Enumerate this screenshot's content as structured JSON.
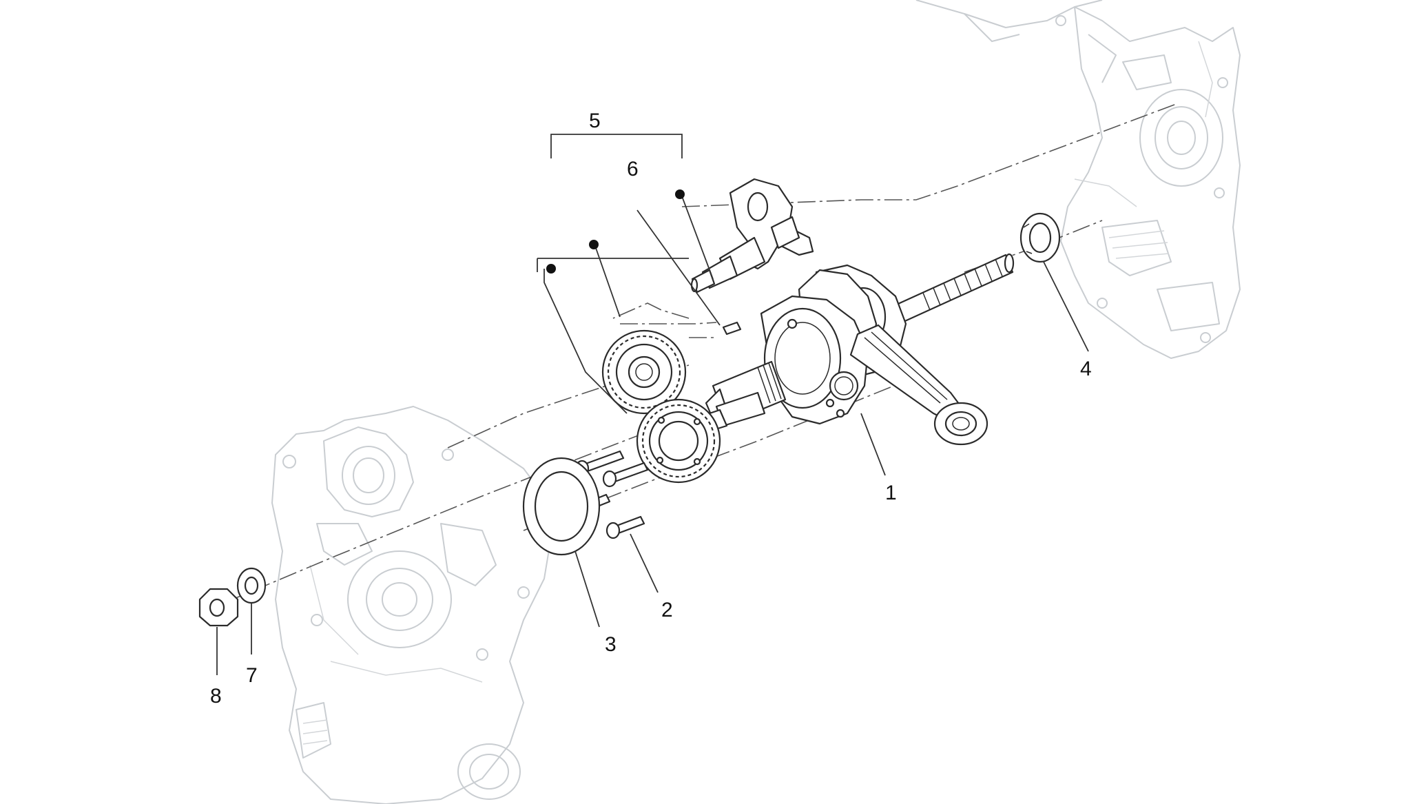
{
  "diagram": {
    "callouts": [
      {
        "id": "1",
        "label": "1"
      },
      {
        "id": "2",
        "label": "2"
      },
      {
        "id": "3",
        "label": "3"
      },
      {
        "id": "4",
        "label": "4"
      },
      {
        "id": "5",
        "label": "5"
      },
      {
        "id": "6",
        "label": "6"
      },
      {
        "id": "7",
        "label": "7"
      },
      {
        "id": "8",
        "label": "8"
      }
    ]
  },
  "colors": {
    "line": "#2b2b2b",
    "ghost": "#c9cdd1",
    "background": "#ffffff"
  }
}
